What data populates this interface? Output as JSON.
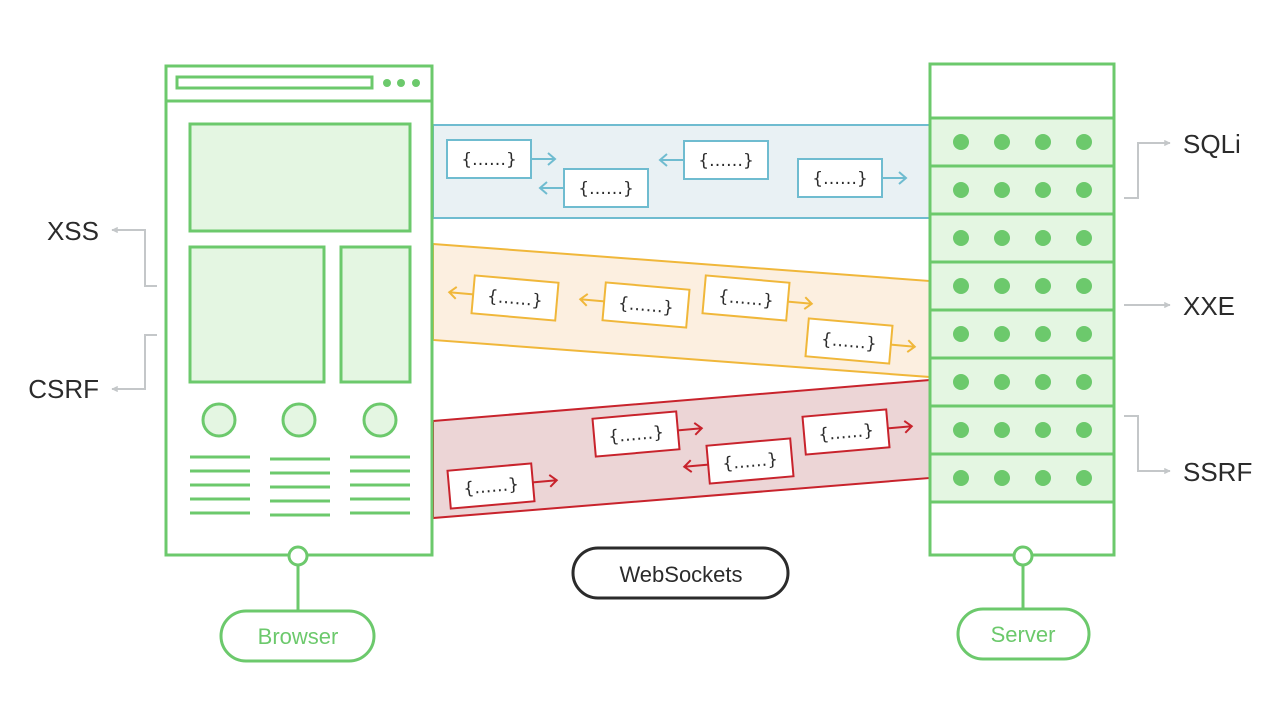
{
  "colors": {
    "green": "#6cc96c",
    "green_fill": "#e4f6e2",
    "blue": "#6fbcd0",
    "blue_fill": "#e9f1f4",
    "orange": "#f0b73a",
    "orange_fill": "#fcefe0",
    "red": "#c8232c",
    "red_fill": "#ecd5d6",
    "gray_arrow": "#c4c7c9",
    "text_dark": "#2b2b2b"
  },
  "labels": {
    "browser": "Browser",
    "server": "Server",
    "websockets": "WebSockets"
  },
  "attacks": {
    "client_side": [
      {
        "name": "XSS",
        "icon": "arrow-left-icon"
      },
      {
        "name": "CSRF",
        "icon": "arrow-left-icon"
      }
    ],
    "server_side": [
      {
        "name": "SQLi",
        "icon": "arrow-right-icon"
      },
      {
        "name": "XXE",
        "icon": "arrow-right-icon"
      },
      {
        "name": "SSRF",
        "icon": "arrow-right-icon"
      }
    ]
  },
  "channels": [
    {
      "name": "blue-channel",
      "color_key": "blue",
      "messages": [
        {
          "text": "{……}",
          "direction": "right"
        },
        {
          "text": "{……}",
          "direction": "left"
        },
        {
          "text": "{……}",
          "direction": "left"
        },
        {
          "text": "{……}",
          "direction": "right"
        }
      ]
    },
    {
      "name": "orange-channel",
      "color_key": "orange",
      "messages": [
        {
          "text": "{……}",
          "direction": "left"
        },
        {
          "text": "{……}",
          "direction": "left"
        },
        {
          "text": "{……}",
          "direction": "right"
        },
        {
          "text": "{……}",
          "direction": "right"
        }
      ]
    },
    {
      "name": "red-channel",
      "color_key": "red",
      "messages": [
        {
          "text": "{……}",
          "direction": "right"
        },
        {
          "text": "{……}",
          "direction": "right"
        },
        {
          "text": "{……}",
          "direction": "left"
        },
        {
          "text": "{……}",
          "direction": "right"
        }
      ]
    }
  ],
  "server_rack": {
    "rows_with_leds": 8,
    "leds_per_row": 4
  }
}
